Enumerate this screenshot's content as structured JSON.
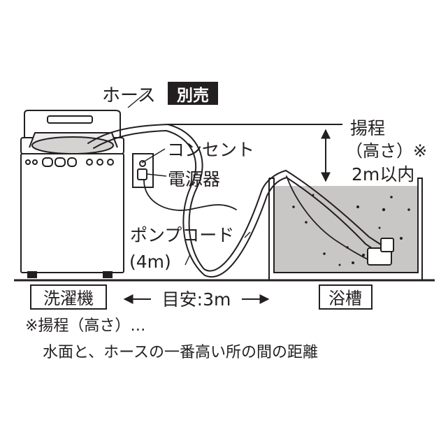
{
  "labels": {
    "hose": "ホース",
    "sold_separately": "別売",
    "outlet": "コンセント",
    "power_unit": "電源器",
    "head_height_title": "揚程",
    "head_height_note": "（高さ）※",
    "head_height_value": "2m以内",
    "pump_cord": "ポンプコード",
    "pump_cord_length": "(4m)",
    "washing_machine": "洗濯機",
    "distance": "目安:3m",
    "bathtub": "浴槽"
  },
  "footnote": {
    "line1": "※揚程（高さ）…",
    "line2": "水面と、ホースの一番高い所の間の距離"
  },
  "colors": {
    "ink": "#231f20",
    "water": "#c9c7c5",
    "tag_bg": "#231f20",
    "tag_text": "#ffffff"
  }
}
